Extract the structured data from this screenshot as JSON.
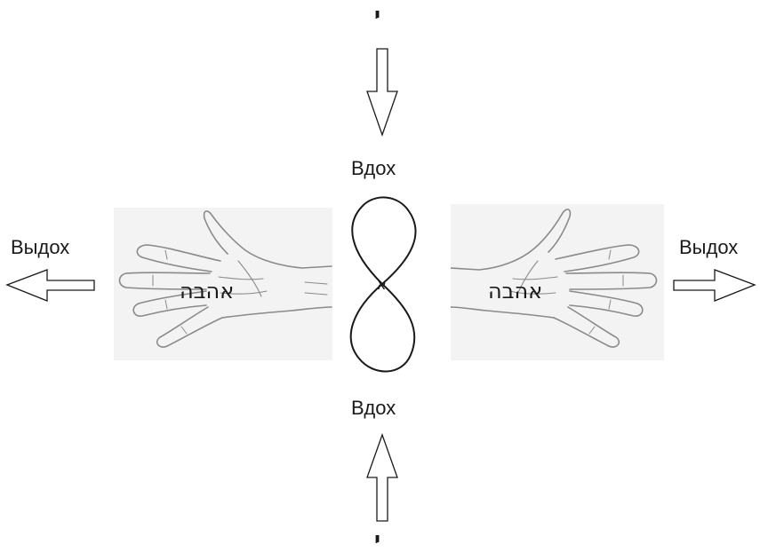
{
  "labels": {
    "inhale_top": "Вдох",
    "inhale_bottom": "Вдох",
    "exhale_left": "Выдох",
    "exhale_right": "Выдох"
  },
  "hebrew": {
    "yod_top": "י",
    "yod_bottom": "י",
    "aleph_center": "א",
    "love_left": "אהבה",
    "love_right": "אהבה"
  },
  "colors": {
    "line": "#1a1a1a",
    "panel_background": "#f3f3f3",
    "hand_sketch": "#8a8a8a"
  },
  "icons": {
    "arrow_top": "down-arrow-icon",
    "arrow_bottom": "up-arrow-icon",
    "arrow_left": "left-arrow-icon",
    "arrow_right": "right-arrow-icon",
    "figure_eight": "figure-eight-loop-icon",
    "left_hand": "open-palm-icon",
    "right_hand": "open-palm-icon"
  }
}
